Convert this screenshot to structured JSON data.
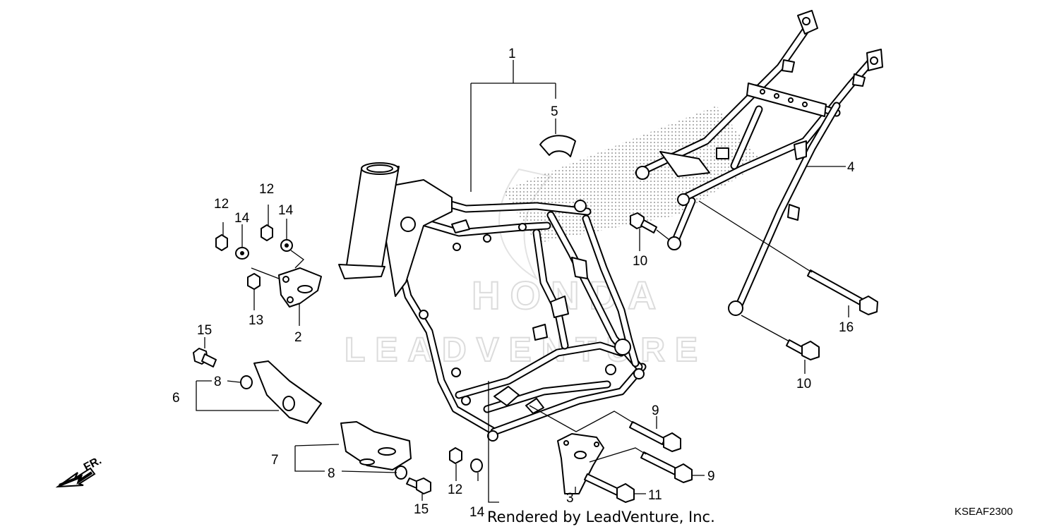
{
  "watermark": {
    "brand": "HONDA",
    "vendor": "LEADVENTURE"
  },
  "footer": {
    "rendered_by": "Rendered by LeadVenture, Inc.",
    "diagram_code": "KSEAF2300"
  },
  "direction_label": "FR.",
  "callouts": [
    {
      "id": "c1",
      "label": "1"
    },
    {
      "id": "c5",
      "label": "5"
    },
    {
      "id": "c4",
      "label": "4"
    },
    {
      "id": "c12a",
      "label": "12"
    },
    {
      "id": "c14a",
      "label": "14"
    },
    {
      "id": "c12b",
      "label": "12"
    },
    {
      "id": "c14b",
      "label": "14"
    },
    {
      "id": "c13",
      "label": "13"
    },
    {
      "id": "c2",
      "label": "2"
    },
    {
      "id": "c10a",
      "label": "10"
    },
    {
      "id": "c16",
      "label": "16"
    },
    {
      "id": "c10b",
      "label": "10"
    },
    {
      "id": "c15a",
      "label": "15"
    },
    {
      "id": "c8a",
      "label": "8"
    },
    {
      "id": "c6",
      "label": "6"
    },
    {
      "id": "c9a",
      "label": "9"
    },
    {
      "id": "c7",
      "label": "7"
    },
    {
      "id": "c8b",
      "label": "8"
    },
    {
      "id": "c12c",
      "label": "12"
    },
    {
      "id": "c15b",
      "label": "15"
    },
    {
      "id": "c14c",
      "label": "14"
    },
    {
      "id": "c3",
      "label": "3"
    },
    {
      "id": "c9b",
      "label": "9"
    },
    {
      "id": "c11",
      "label": "11"
    }
  ]
}
